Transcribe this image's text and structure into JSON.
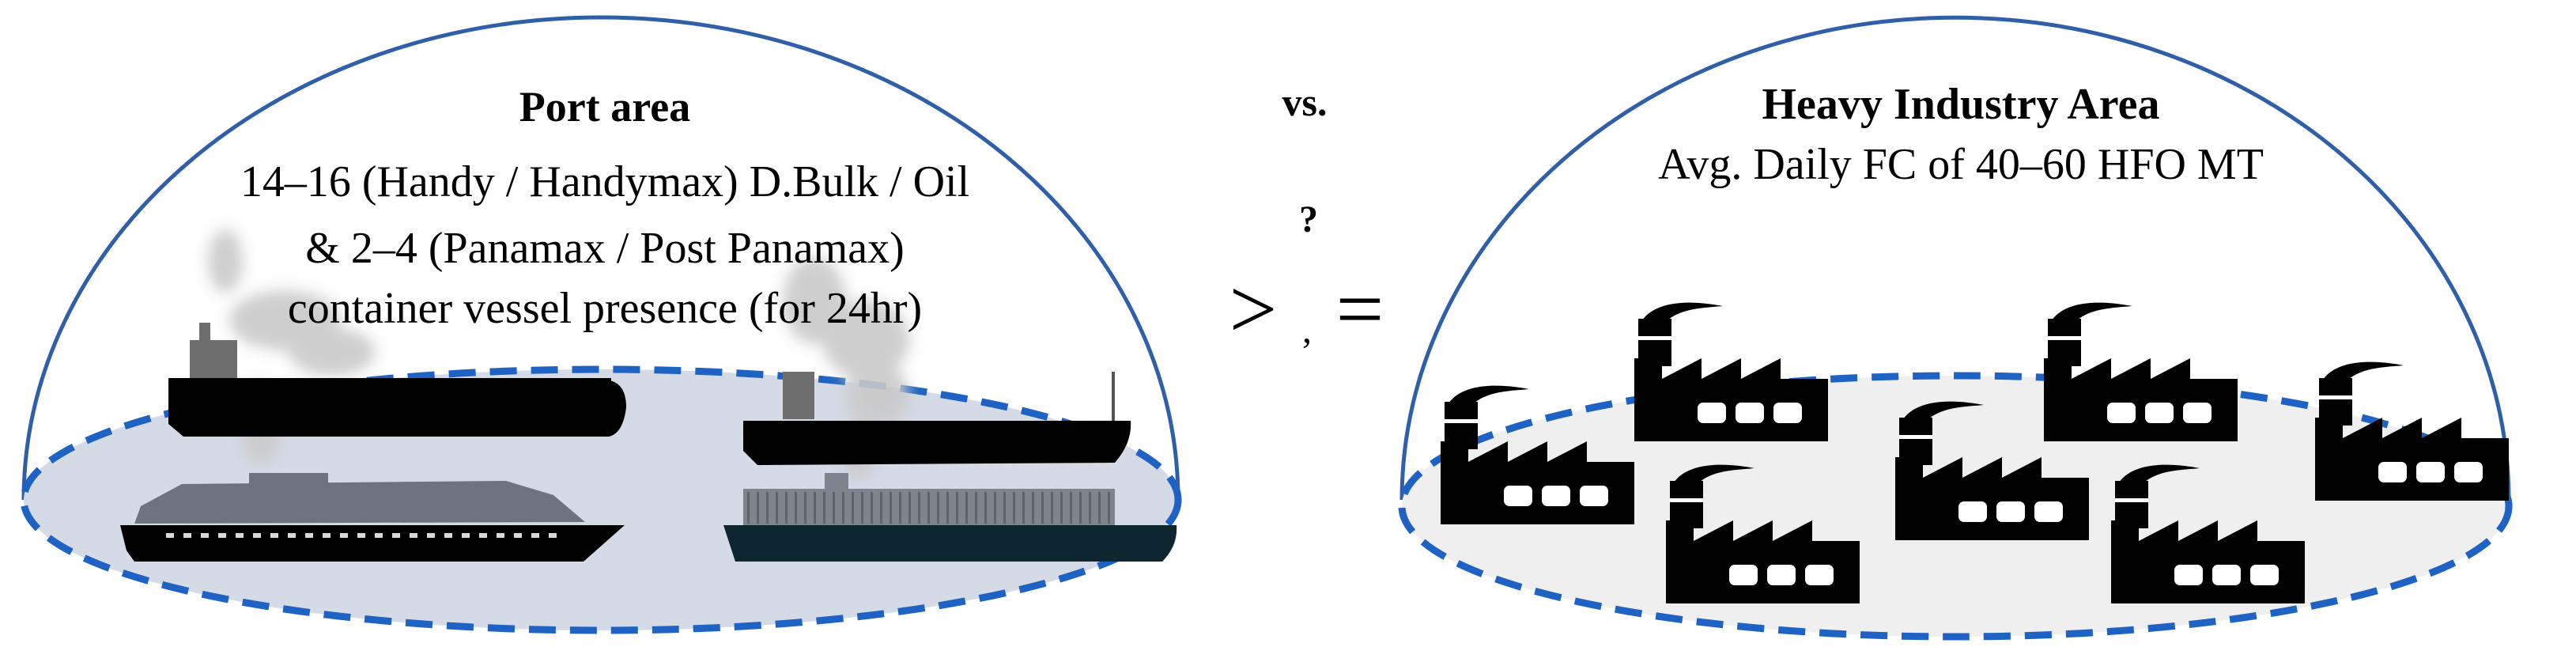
{
  "left": {
    "title": "Port area",
    "lines": [
      "14–16 (Handy / Handymax) D.Bulk / Oil",
      "& 2–4 (Panamax / Post Panamax)",
      "container vessel presence (for 24hr)"
    ]
  },
  "middle": {
    "vs": "vs.",
    "question": "?",
    "greater": ">",
    "comma": ",",
    "equals": "="
  },
  "right": {
    "title": "Heavy Industry Area",
    "subtitle": "Avg. Daily FC of 40–60 HFO MT"
  },
  "icons": {
    "ships": [
      "bulk-carrier-ship-icon",
      "oil-tanker-ship-icon",
      "cruise-ship-icon",
      "container-ship-icon"
    ],
    "factory": "factory-icon"
  },
  "colors": {
    "dome_outline": "#2e5fa8",
    "dashed_ellipse": "#1e63c4",
    "left_fill": "#d4dae6",
    "right_fill": "#efefef",
    "ship": "#000000",
    "container_ship": "#0d2630",
    "cruise_upper": "#6d7480",
    "smoke": "#c9c9c9"
  }
}
